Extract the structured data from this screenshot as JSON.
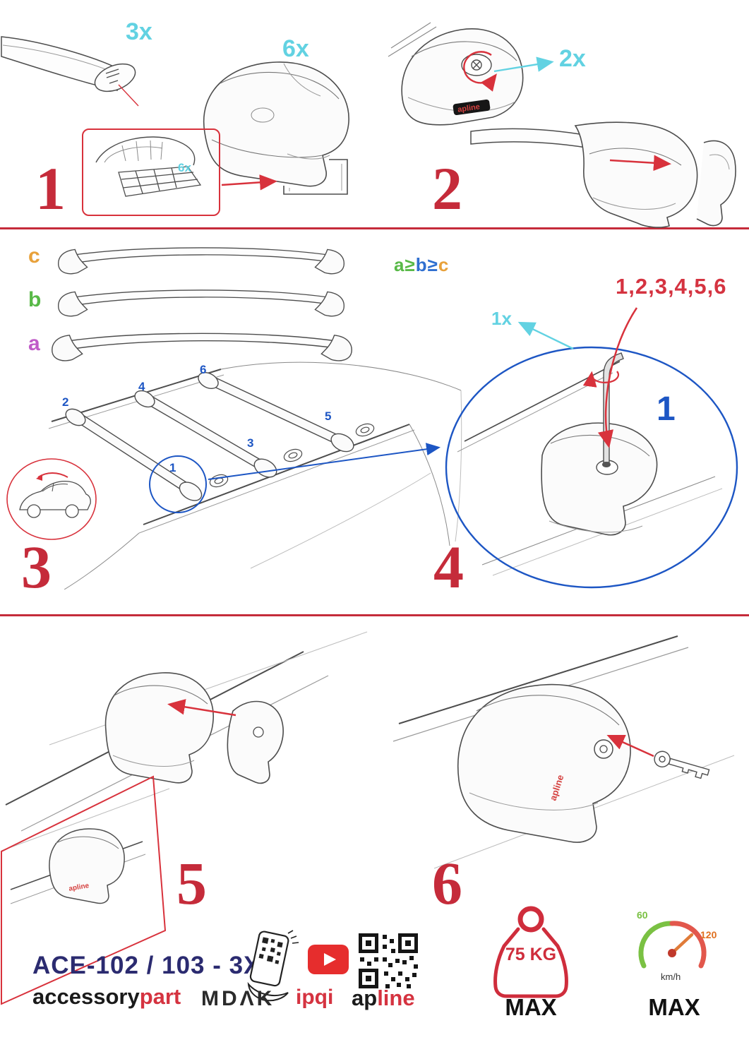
{
  "brand": {
    "sticker": "apline",
    "apline_black": "ap",
    "apline_red": "line",
    "accessory_black": "accessory",
    "accessory_red": "part",
    "mdak": "MDΛK",
    "ipqi": "ipqi"
  },
  "step1": {
    "number": "1",
    "bar_qty": "3x",
    "foot_qty": "6x",
    "pad_qty": "6x"
  },
  "step2": {
    "number": "2",
    "screw_qty": "2x"
  },
  "step3": {
    "number": "3",
    "bar_c": "c",
    "bar_b": "b",
    "bar_a": "a",
    "rule_a": "a≥",
    "rule_b": "b≥",
    "rule_c": "c",
    "pos1": "1",
    "pos2": "2",
    "pos3": "3",
    "pos4": "4",
    "pos5": "5",
    "pos6": "6"
  },
  "step4": {
    "number": "4",
    "sequence": "1,2,3,4,5,6",
    "tool_qty": "1x",
    "callout": "1"
  },
  "step5": {
    "number": "5"
  },
  "step6": {
    "number": "6"
  },
  "footer": {
    "product_code": "ACE-102 / 103 - 3X",
    "weight_value": "75 KG",
    "weight_max": "MAX",
    "speed_low": "60",
    "speed_high": "120",
    "speed_unit": "km/h",
    "speed_max": "MAX"
  },
  "colors": {
    "accent_red": "#c52b3a",
    "arrow_red": "#d8323c",
    "cyan": "#62d2e2",
    "blue": "#1d56c4",
    "navy": "#2b2b70",
    "green": "#58b947",
    "orange": "#e8a13a",
    "magenta": "#c05cc8"
  }
}
